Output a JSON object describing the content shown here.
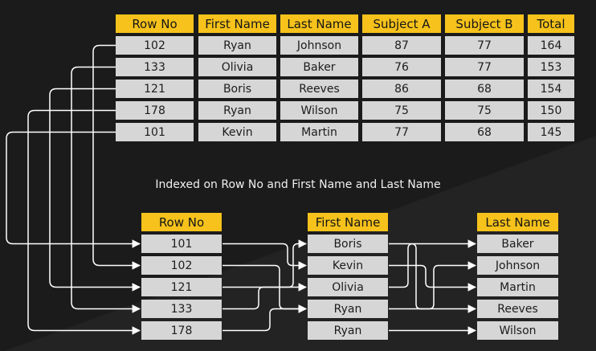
{
  "main_table": {
    "headers": [
      "Row No",
      "First Name",
      "Last Name",
      "Subject A",
      "Subject B",
      "Total"
    ],
    "rows": [
      [
        "102",
        "Ryan",
        "Johnson",
        "87",
        "77",
        "164"
      ],
      [
        "133",
        "Olivia",
        "Baker",
        "76",
        "77",
        "153"
      ],
      [
        "121",
        "Boris",
        "Reeves",
        "86",
        "68",
        "154"
      ],
      [
        "178",
        "Ryan",
        "Wilson",
        "75",
        "75",
        "150"
      ],
      [
        "101",
        "Kevin",
        "Martin",
        "77",
        "68",
        "145"
      ]
    ]
  },
  "caption": "Indexed on Row No and First Name and Last Name",
  "index_tables": [
    {
      "header": "Row No",
      "values": [
        "101",
        "102",
        "121",
        "133",
        "178"
      ]
    },
    {
      "header": "First Name",
      "values": [
        "Boris",
        "Kevin",
        "Olivia",
        "Ryan",
        "Ryan"
      ]
    },
    {
      "header": "Last Name",
      "values": [
        "Baker",
        "Johnson",
        "Martin",
        "Reeves",
        "Wilson"
      ]
    }
  ],
  "colors": {
    "header": "#f6c21b",
    "cell": "#d6d6d6",
    "background": "#1b1b1b",
    "arrow": "#ffffff"
  }
}
